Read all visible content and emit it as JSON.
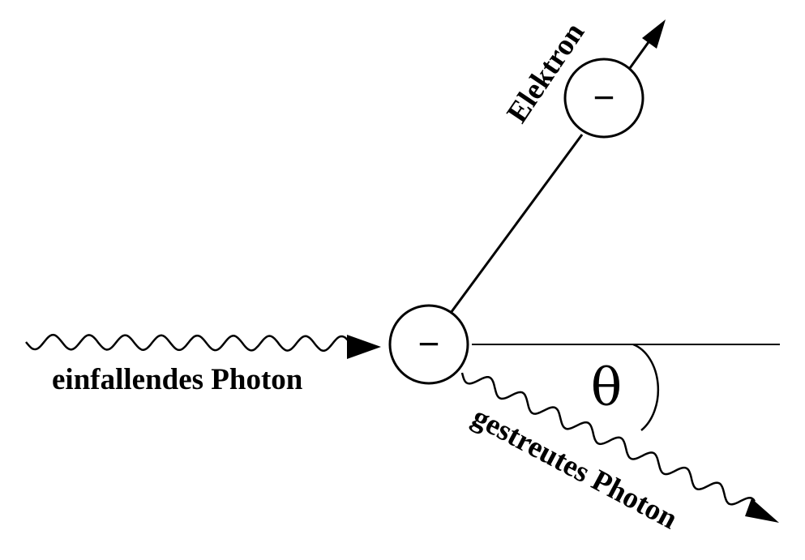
{
  "labels": {
    "incident_photon": "einfallendes Photon",
    "electron": "Elektron",
    "scattered_photon": "gestreutes Photon",
    "angle": "θ"
  },
  "particles": {
    "initial_electron_charge": "−",
    "recoil_electron_charge": "−"
  },
  "colors": {
    "ink": "#000000",
    "background": "#ffffff"
  }
}
